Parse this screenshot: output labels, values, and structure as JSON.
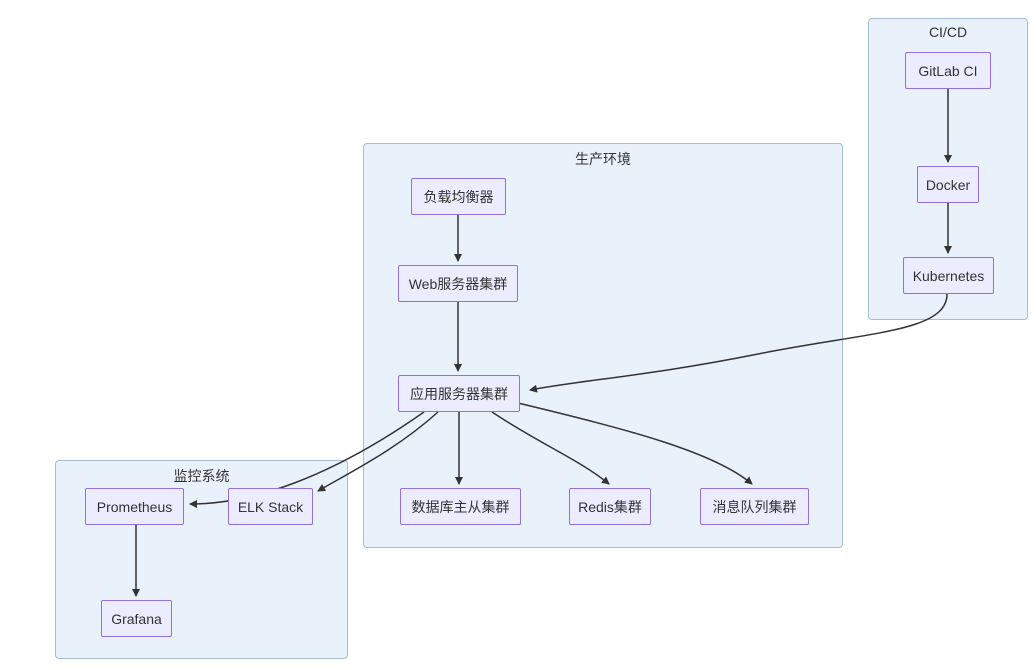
{
  "diagram": {
    "type": "flowchart",
    "clusters": {
      "cicd": {
        "label": "CI/CD"
      },
      "production": {
        "label": "生产环境"
      },
      "monitoring": {
        "label": "监控系统"
      }
    },
    "nodes": {
      "gitlab": {
        "label": "GitLab CI",
        "cluster": "cicd"
      },
      "docker": {
        "label": "Docker",
        "cluster": "cicd"
      },
      "kubernetes": {
        "label": "Kubernetes",
        "cluster": "cicd"
      },
      "load_balancer": {
        "label": "负载均衡器",
        "cluster": "production"
      },
      "web_cluster": {
        "label": "Web服务器集群",
        "cluster": "production"
      },
      "app_cluster": {
        "label": "应用服务器集群",
        "cluster": "production"
      },
      "db_cluster": {
        "label": "数据库主从集群",
        "cluster": "production"
      },
      "redis_cluster": {
        "label": "Redis集群",
        "cluster": "production"
      },
      "mq_cluster": {
        "label": "消息队列集群",
        "cluster": "production"
      },
      "prometheus": {
        "label": "Prometheus",
        "cluster": "monitoring"
      },
      "elk": {
        "label": "ELK Stack",
        "cluster": "monitoring"
      },
      "grafana": {
        "label": "Grafana",
        "cluster": "monitoring"
      }
    },
    "edges": [
      {
        "from": "gitlab",
        "to": "docker"
      },
      {
        "from": "docker",
        "to": "kubernetes"
      },
      {
        "from": "kubernetes",
        "to": "app_cluster"
      },
      {
        "from": "load_balancer",
        "to": "web_cluster"
      },
      {
        "from": "web_cluster",
        "to": "app_cluster"
      },
      {
        "from": "app_cluster",
        "to": "db_cluster"
      },
      {
        "from": "app_cluster",
        "to": "redis_cluster"
      },
      {
        "from": "app_cluster",
        "to": "mq_cluster"
      },
      {
        "from": "app_cluster",
        "to": "prometheus"
      },
      {
        "from": "app_cluster",
        "to": "elk"
      },
      {
        "from": "prometheus",
        "to": "grafana"
      }
    ],
    "colors": {
      "node_fill": "#ECECFF",
      "node_border": "#9370DB",
      "cluster_fill": "#E9F1FB",
      "cluster_border": "#A6BDD4",
      "edge_color": "#333333"
    }
  }
}
